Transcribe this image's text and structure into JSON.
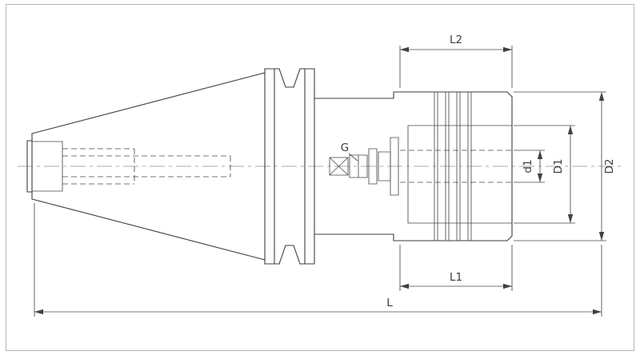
{
  "labels": {
    "L": "L",
    "L1": "L1",
    "L2": "L2",
    "G": "G",
    "d1": "d1",
    "D1": "D1",
    "D2": "D2"
  },
  "colors": {
    "outline": "#3d3d3d",
    "dimension": "#4a4a4a",
    "centerline": "#8f8f8f",
    "border": "#b6b6b6",
    "background": "#ffffff"
  }
}
